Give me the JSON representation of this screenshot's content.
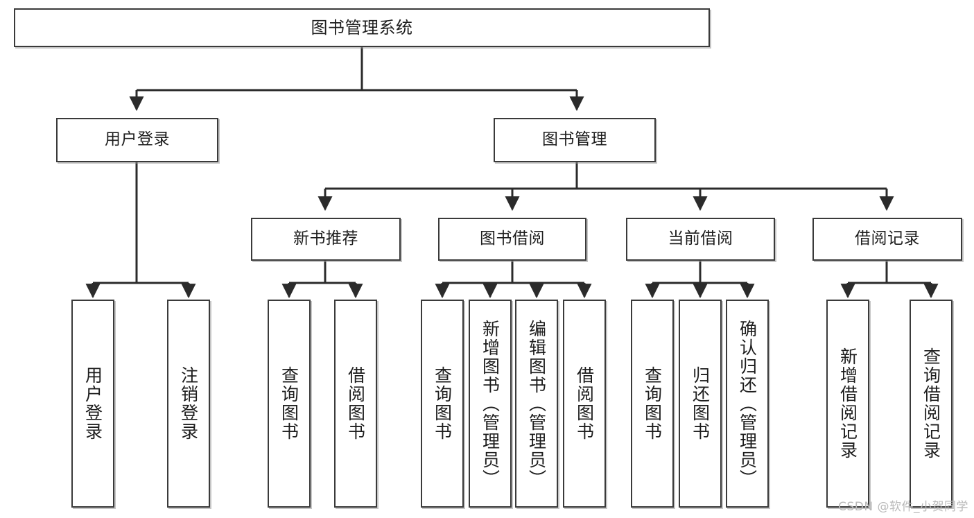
{
  "diagram": {
    "title": "图书管理系统",
    "type": "tree-hierarchy-chart",
    "watermark": "CSDN @软件_小贺同学",
    "colors": {
      "box_border": "#3a3a3a",
      "box_fill": "#ffffff",
      "edge": "#2b2b2b",
      "text": "#1d1d1d",
      "watermark": "#b9b9b9",
      "background": "#ffffff"
    }
  },
  "nodes": {
    "root": {
      "label": "图书管理系统",
      "level": 0
    },
    "level1": [
      {
        "id": "user-login",
        "label": "用户登录"
      },
      {
        "id": "book-manage",
        "label": "图书管理"
      }
    ],
    "level2": [
      {
        "id": "new-book-recommend",
        "label": "新书推荐"
      },
      {
        "id": "book-borrow",
        "label": "图书借阅"
      },
      {
        "id": "current-borrow",
        "label": "当前借阅"
      },
      {
        "id": "borrow-record",
        "label": "借阅记录"
      }
    ],
    "leaves": {
      "user-login": [
        {
          "id": "leaf-user-login",
          "label": "用户登录"
        },
        {
          "id": "leaf-logout-login",
          "label": "注销登录"
        }
      ],
      "new-book-recommend": [
        {
          "id": "leaf-query-book-1",
          "label": "查询图书"
        },
        {
          "id": "leaf-borrow-book-1",
          "label": "借阅图书"
        }
      ],
      "book-borrow": [
        {
          "id": "leaf-query-book-2",
          "label": "查询图书"
        },
        {
          "id": "leaf-add-book",
          "label": "新增图书（管理员）"
        },
        {
          "id": "leaf-edit-book",
          "label": "编辑图书（管理员）"
        },
        {
          "id": "leaf-borrow-book-2",
          "label": "借阅图书"
        }
      ],
      "current-borrow": [
        {
          "id": "leaf-query-book-3",
          "label": "查询图书"
        },
        {
          "id": "leaf-return-book",
          "label": "归还图书"
        },
        {
          "id": "leaf-confirm-return",
          "label": "确认归还（管理员）"
        }
      ],
      "borrow-record": [
        {
          "id": "leaf-add-record",
          "label": "新增借阅记录"
        },
        {
          "id": "leaf-query-record",
          "label": "查询借阅记录"
        }
      ]
    }
  }
}
